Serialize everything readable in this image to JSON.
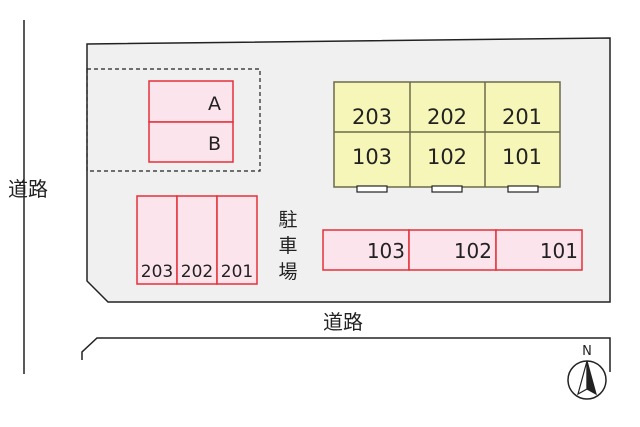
{
  "roads": {
    "west_label": "道路",
    "south_label": "道路"
  },
  "parking_label": "駐車場",
  "parking_label_chars": [
    "駐",
    "車",
    "場"
  ],
  "bike_area": {
    "slots": [
      "A",
      "B"
    ]
  },
  "building": {
    "upper_floor": [
      "203",
      "202",
      "201"
    ],
    "lower_floor": [
      "103",
      "102",
      "101"
    ]
  },
  "parking_west": {
    "spaces": [
      "203",
      "202",
      "201"
    ]
  },
  "parking_south": {
    "spaces": [
      "103",
      "102",
      "101"
    ]
  },
  "compass": {
    "label": "N"
  },
  "colors": {
    "lot": "#f0f0f0",
    "lot_border": "#222222",
    "parking_fill": "#fce4ec",
    "parking_border": "#e5303a",
    "building_fill": "#f6f6b8",
    "building_border": "#6b6b4a",
    "line": "#222222"
  }
}
